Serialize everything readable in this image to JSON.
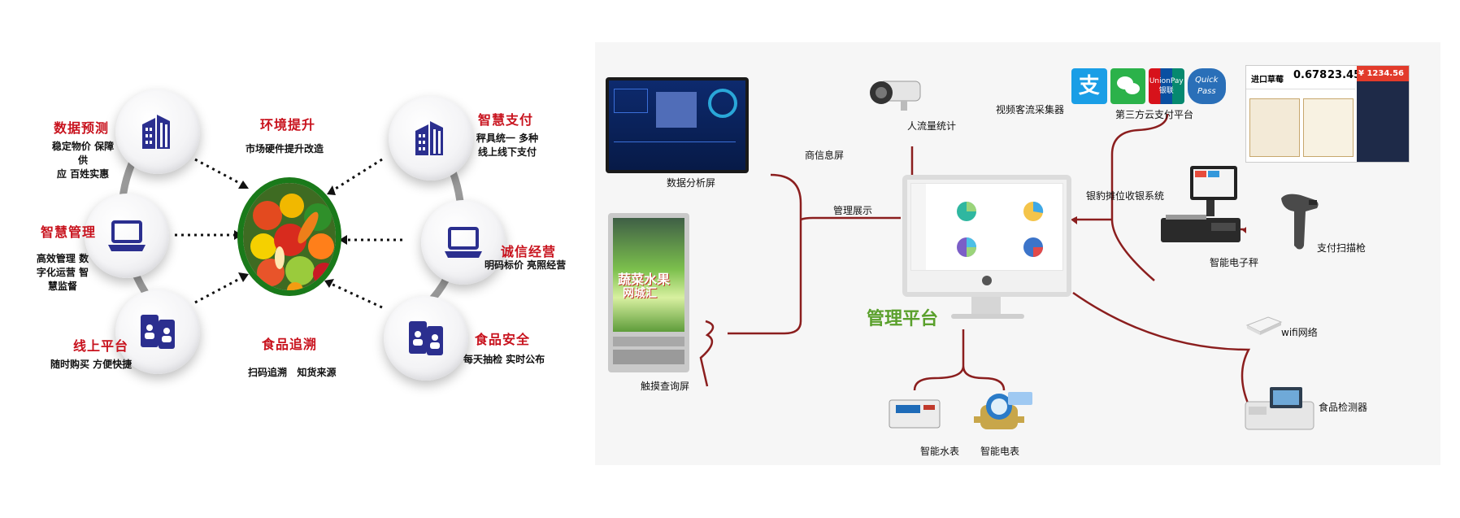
{
  "left_diagram": {
    "features_left": [
      {
        "title": "数据预测",
        "desc_lines": [
          "稳定物价 保障供",
          "应 百姓实惠"
        ],
        "icon": "building-icon"
      },
      {
        "title": "智慧管理",
        "desc_lines": [
          "高效管理 数",
          "字化运营 智",
          "慧监督"
        ],
        "icon": "laptop-icon"
      },
      {
        "title": "线上平台",
        "desc_lines": [
          "随时购买 方便快捷"
        ],
        "icon": "mobile-users-icon"
      }
    ],
    "features_right": [
      {
        "title": "智慧支付",
        "desc_lines": [
          "秤具统一 多种",
          "线上线下支付"
        ],
        "icon": "building-icon"
      },
      {
        "title": "诚信经营",
        "desc_lines": [
          "明码标价 亮照经营"
        ],
        "icon": "laptop-icon"
      },
      {
        "title": "食品安全",
        "desc_lines": [
          "每天抽检 实时公布"
        ],
        "icon": "mobile-users-icon"
      }
    ],
    "center_top": {
      "title": "环境提升",
      "desc": "市场硬件提升改造"
    },
    "center_bottom": {
      "title": "食品追溯",
      "desc": "扫码追溯   知货来源"
    },
    "accent_color": "#c8121d",
    "icon_color": "#2b2f8f",
    "hub_ring_color": "#1a7a1a"
  },
  "right_diagram": {
    "labels": {
      "data_screen": "数据分析屏",
      "merchant_screen": "商信息屏",
      "display": "管理展示",
      "kiosk": "触摸查询屏",
      "camera": "人流量统计",
      "video": "视频客流采集器",
      "third_party": "第三方云支付平台",
      "cashier": "银豹摊位收银系统",
      "smart_scale": "智能电子秤",
      "scanner": "支付扫描枪",
      "platform": "管理平台",
      "wifi": "wifi网络",
      "food_test": "食品检测器",
      "water_meter": "智能水表",
      "electric_meter": "智能电表"
    },
    "payment_icons": [
      {
        "icon": "alipay-icon",
        "glyph": "支",
        "color": "#1a9ee6"
      },
      {
        "icon": "wechat-icon",
        "glyph": "",
        "color": "#2bb24a"
      },
      {
        "icon": "unionpay-icon",
        "glyph": "UnionPay 银联",
        "color": "#d7121b"
      },
      {
        "icon": "quickpass-icon",
        "glyph": "Quick Pass",
        "color": "#2a6fb8"
      }
    ],
    "info_board": {
      "product": "进口草莓",
      "price1": "0.678",
      "price2": "23.45",
      "total": "¥ 1234.56"
    },
    "kiosk_poster": {
      "line1": "蔬菜水果",
      "line2": "网城汇"
    },
    "line_color": "#8b1e1e",
    "platform_color": "#5aa02c"
  }
}
